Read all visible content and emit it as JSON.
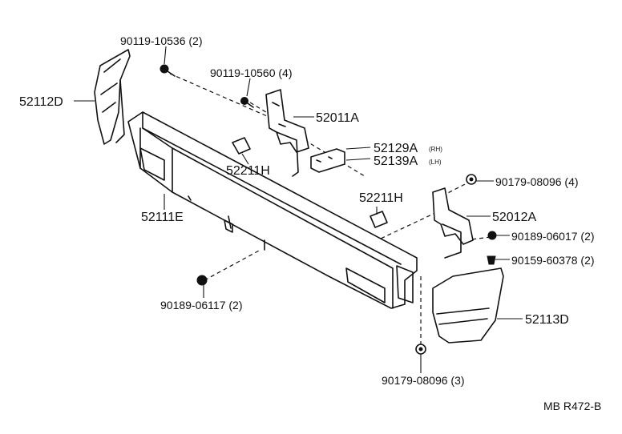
{
  "labels": {
    "p_90119_10536": "90119-10536 (2)",
    "p_90119_10560": "90119-10560 (4)",
    "p_52112D": "52112D",
    "p_52011A": "52011A",
    "p_52129A": "52129A",
    "p_52129A_side": "(RH)",
    "p_52139A": "52139A",
    "p_52139A_side": "(LH)",
    "p_52211H_a": "52211H",
    "p_52211H_b": "52211H",
    "p_52111E": "52111E",
    "p_90179_08096_4": "90179-08096 (4)",
    "p_52012A": "52012A",
    "p_90189_06017": "90189-06017 (2)",
    "p_90159_60378": "90159-60378 (2)",
    "p_90189_06117": "90189-06117 (2)",
    "p_52113D": "52113D",
    "p_90179_08096_3": "90179-08096 (3)",
    "drawing_code": "MB R472-B"
  }
}
